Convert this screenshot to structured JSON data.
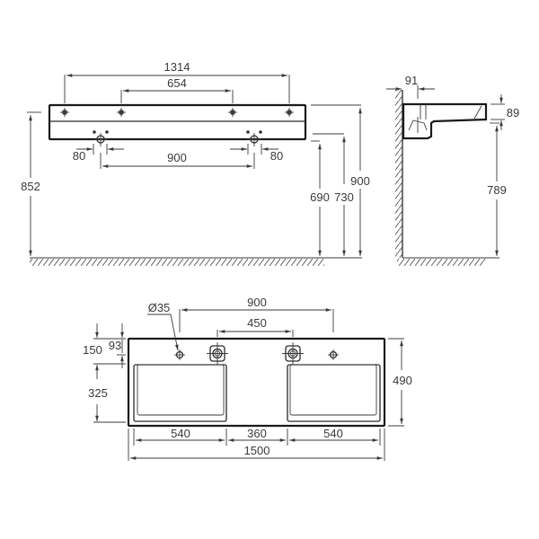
{
  "diagram": {
    "type": "technical-drawing",
    "subject": "double washbasin dimensions",
    "units": "mm",
    "front_view": {
      "dims": {
        "tap_holes_outer": "1314",
        "tap_holes_inner": "654",
        "left_drain_offset": "80",
        "drains_spacing": "900",
        "right_drain_offset": "80",
        "fixing_height": "852",
        "waste_height_low": "690",
        "waste_height_high": "730",
        "top_height": "900"
      }
    },
    "side_view": {
      "dims": {
        "wall_to_tap": "91",
        "basin_thickness": "89",
        "underside_height": "789"
      }
    },
    "top_view": {
      "dims": {
        "tap_hole_diameter": "Ø35",
        "tap_holes_spacing": "900",
        "wastes_spacing": "450",
        "back_to_bowl": "150",
        "back_to_tap": "93",
        "bowl_depth": "325",
        "total_depth": "490",
        "bowl_width_left": "540",
        "center_gap": "360",
        "bowl_width_right": "540",
        "total_width": "1500"
      }
    }
  }
}
